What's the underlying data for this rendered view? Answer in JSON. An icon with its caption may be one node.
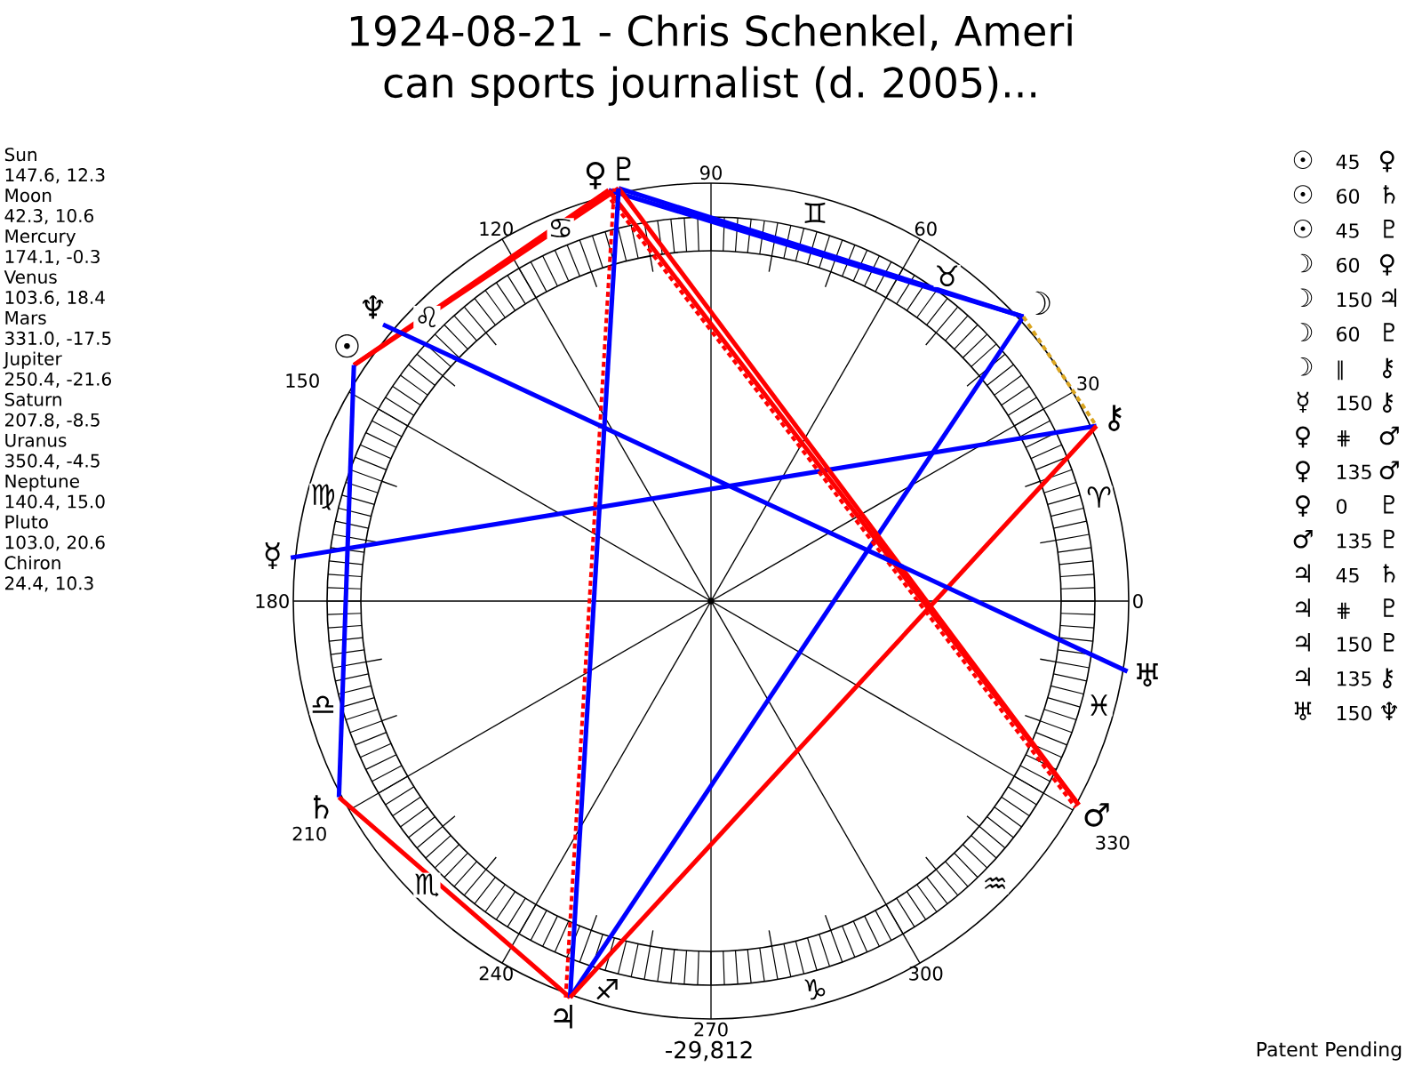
{
  "diagram": {
    "title": "1924-08-21 - Chris Schenkel, Ameri can sports journalist (d. 2005)...",
    "nodes": [
      {
        "text": [
          "☉"
        ]
      },
      {
        "text": [
          "☽"
        ]
      },
      {
        "text": [
          "☿"
        ]
      },
      {
        "text": [
          "♀"
        ]
      },
      {
        "text": [
          "♂"
        ]
      },
      {
        "text": [
          "♃"
        ]
      },
      {
        "text": [
          "♄"
        ]
      },
      {
        "text": [
          "♅"
        ]
      },
      {
        "text": [
          "♆"
        ]
      },
      {
        "text": [
          "♇"
        ]
      },
      {
        "text": [
          "⚷"
        ]
      }
    ],
    "edges": [
      {
        "from": 0,
        "to": 3,
        "arrow": "none",
        "color": "#ff0000"
      },
      {
        "from": 0,
        "to": 9,
        "arrow": "none",
        "color": "#ff0000"
      },
      {
        "from": 0,
        "to": 6,
        "arrow": "none",
        "color": "#0000ff"
      },
      {
        "from": 1,
        "to": 3,
        "arrow": "none",
        "color": "#0000ff"
      },
      {
        "from": 1,
        "to": 5,
        "arrow": "none",
        "color": "#0000ff"
      },
      {
        "from": 1,
        "to": 9,
        "arrow": "none",
        "color": "#0000ff"
      },
      {
        "from": 1,
        "to": 10,
        "arrow": "none",
        "style": "dashed",
        "color": "#daa520"
      },
      {
        "from": 2,
        "to": 10,
        "arrow": "none",
        "color": "#0000ff"
      },
      {
        "from": 3,
        "to": 4,
        "arrow": "none",
        "style": "dashed",
        "color": "#ff0000"
      },
      {
        "from": 3,
        "to": 4,
        "arrow": "none",
        "color": "#ff0000"
      },
      {
        "from": 4,
        "to": 9,
        "arrow": "none",
        "color": "#ff0000"
      },
      {
        "from": 5,
        "to": 6,
        "arrow": "none",
        "color": "#ff0000"
      },
      {
        "from": 5,
        "to": 9,
        "arrow": "none",
        "style": "dashed",
        "color": "#ff0000"
      },
      {
        "from": 5,
        "to": 9,
        "arrow": "none",
        "color": "#0000ff"
      },
      {
        "from": 5,
        "to": 10,
        "arrow": "none",
        "color": "#ff0000"
      },
      {
        "from": 7,
        "to": 8,
        "arrow": "none",
        "color": "#0000ff"
      }
    ],
    "labels": [
      "Sun",
      "147.6, 12.3",
      "Moon",
      "42.3, 10.6",
      "Mercury",
      "174.1, -0.3",
      "Venus",
      "103.6, 18.4",
      "Mars",
      "331.0, -17.5",
      "Jupiter",
      "250.4, -21.6",
      "Saturn",
      "207.8, -8.5",
      "Uranus",
      "350.4, -4.5",
      "Neptune",
      "140.4, 15.0",
      "Pluto",
      "103.0, 20.6",
      "Chiron",
      "24.4, 10.3",
      "0",
      "30",
      "60",
      "90",
      "120",
      "150",
      "180",
      "210",
      "240",
      "270",
      "300",
      "330",
      "♈",
      "♉",
      "♊",
      "♋",
      "♌",
      "♍",
      "♎",
      "♏",
      "♐",
      "♑",
      "♒",
      "♓",
      "☉",
      "45",
      "♀",
      "☉",
      "60",
      "♄",
      "☉",
      "45",
      "♇",
      "☽",
      "60",
      "♀",
      "☽",
      "150",
      "♃",
      "☽",
      "60",
      "♇",
      "☽",
      "∥",
      "⚷",
      "☿",
      "150",
      "⚷",
      "♀",
      "⋕",
      "♂",
      "♀",
      "135",
      "♂",
      "♀",
      "0",
      "♇",
      "♂",
      "135",
      "♇",
      "♃",
      "45",
      "♄",
      "♃",
      "⋕",
      "♇",
      "♃",
      "150",
      "♇",
      "♃",
      "135",
      "⚷",
      "♅",
      "150",
      "♆",
      "-29,812",
      "Patent Pending"
    ]
  }
}
